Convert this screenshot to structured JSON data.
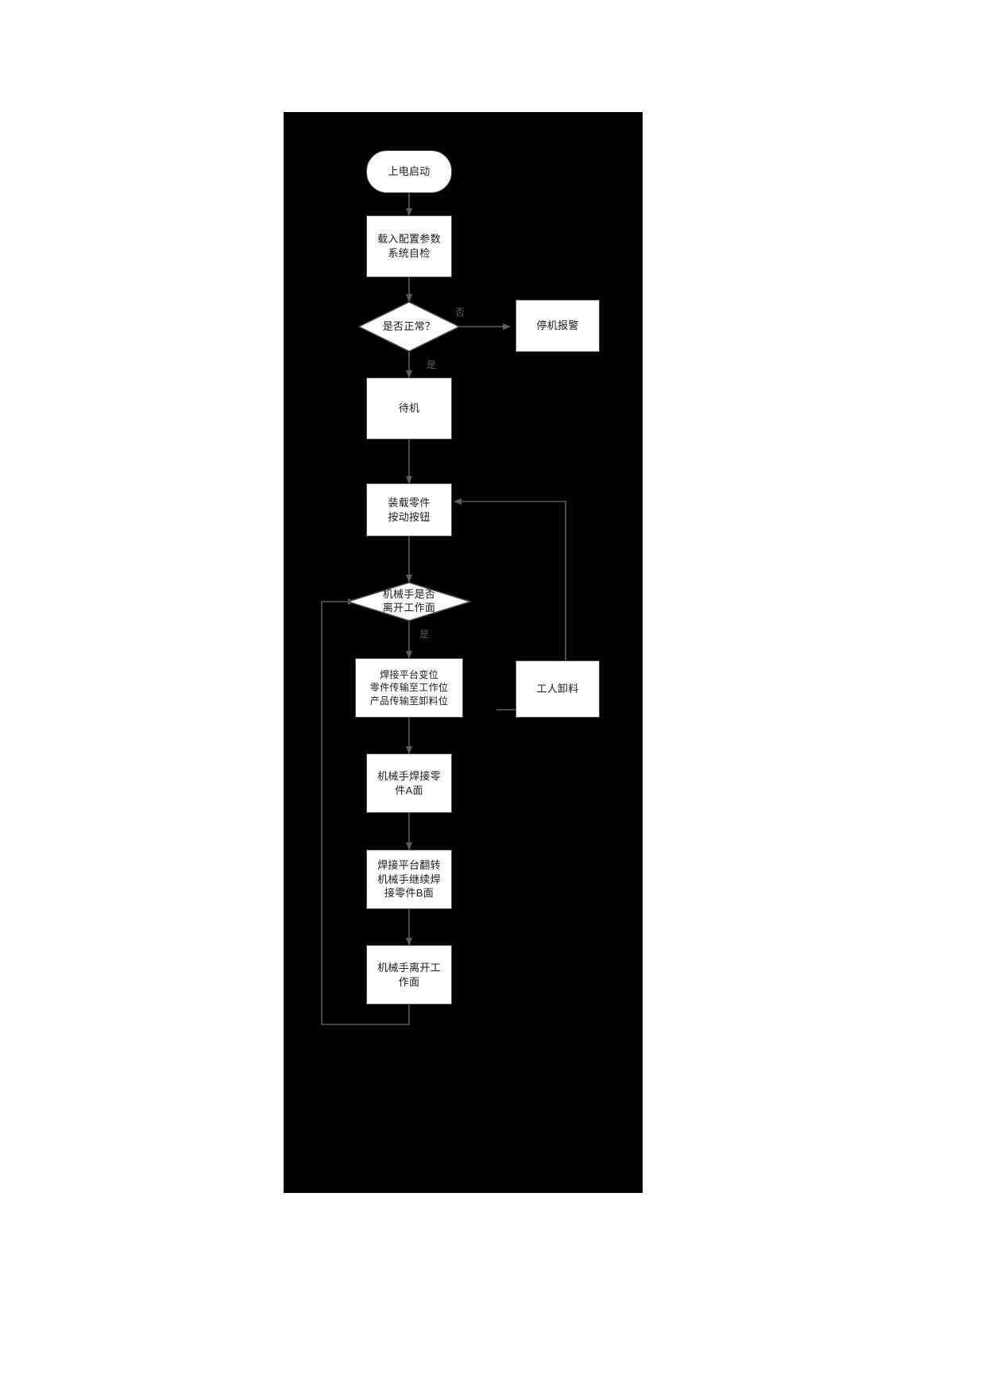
{
  "diagram": {
    "title": "",
    "background_color": "#000000",
    "node_fill": "#ffffff",
    "node_stroke": "#4d4d4d",
    "connector_color": "#5f5f5f",
    "nodes": [
      {
        "id": "start",
        "shape": "terminator",
        "label": "上电启动"
      },
      {
        "id": "init",
        "shape": "process",
        "label": "载入配置参数\n系统自检"
      },
      {
        "id": "check",
        "shape": "decision",
        "label": "是否正常？"
      },
      {
        "id": "alarm",
        "shape": "process",
        "label": "停机报警"
      },
      {
        "id": "standby",
        "shape": "process",
        "label": "待机"
      },
      {
        "id": "load",
        "shape": "process",
        "label": "装载零件\n按动按钮"
      },
      {
        "id": "arm_clear",
        "shape": "decision",
        "label": "机械手是否\n离开工作面"
      },
      {
        "id": "platform",
        "shape": "process",
        "label": "焊接平台变位\n零件传输至工作位\n产品传输至卸料位"
      },
      {
        "id": "unload",
        "shape": "process",
        "label": "工人卸料"
      },
      {
        "id": "weld_a",
        "shape": "process",
        "label": "机械手焊接零\n件A面"
      },
      {
        "id": "weld_b",
        "shape": "process",
        "label": "焊接平台翻转\n机械手继续焊\n接零件B面"
      },
      {
        "id": "arm_leave",
        "shape": "process",
        "label": "机械手离开工\n作面"
      }
    ],
    "edge_labels": {
      "check_no": "否",
      "check_yes": "是",
      "arm_clear_yes": "是"
    }
  }
}
